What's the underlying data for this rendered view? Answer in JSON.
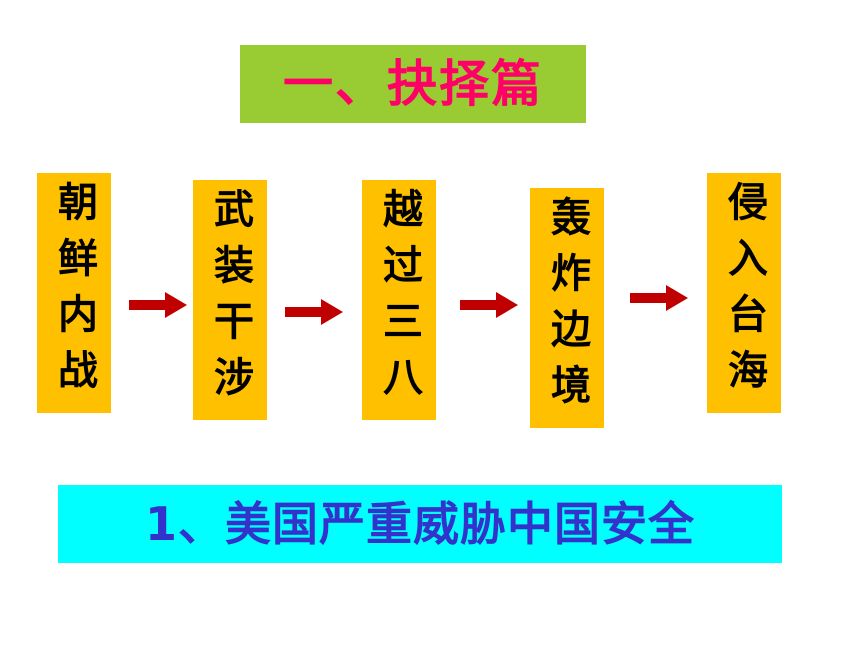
{
  "title": "一、抉择篇",
  "steps": [
    {
      "label": "朝鲜内战"
    },
    {
      "label": "武装干涉"
    },
    {
      "label": "越过三八"
    },
    {
      "label": "轰炸边境"
    },
    {
      "label": "侵入台海"
    }
  ],
  "conclusion": "1、美国严重威胁中国安全",
  "colors": {
    "title_bg": "#99cc33",
    "title_text": "#ff0066",
    "step_bg": "#ffc000",
    "arrow": "#c00000",
    "conclusion_bg": "#00ffff",
    "conclusion_text": "#3333cc"
  }
}
